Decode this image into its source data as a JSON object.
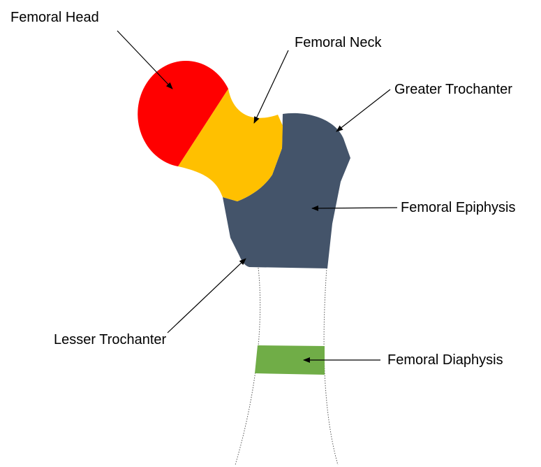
{
  "labels": {
    "femoral_head": "Femoral Head",
    "femoral_neck": "Femoral Neck",
    "greater_trochanter": "Greater Trochanter",
    "femoral_epiphysis": "Femoral Epiphysis",
    "lesser_trochanter": "Lesser Trochanter",
    "femoral_diaphysis": "Femoral Diaphysis"
  },
  "colors": {
    "head": "#ff0000",
    "neck": "#ffc000",
    "epiphysis": "#44546a",
    "diaphysis": "#70ad47"
  }
}
